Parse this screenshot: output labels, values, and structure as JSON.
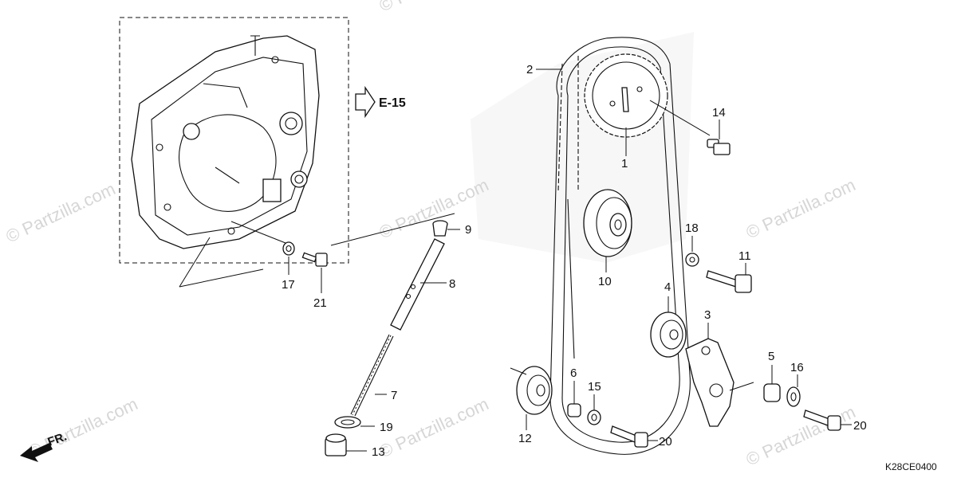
{
  "diagram": {
    "reference_label": "E-15",
    "diagram_code": "K28CE0400",
    "front_label": "FR.",
    "watermarks": [
      "© Partzilla.com",
      "© Partzilla.com",
      "© Partzilla.com",
      "© Partzilla.com",
      "© Partzilla.com",
      "© Partzilla.com",
      "© Partzilla.com"
    ],
    "callouts": [
      {
        "id": "1",
        "text": "1"
      },
      {
        "id": "2",
        "text": "2"
      },
      {
        "id": "3",
        "text": "3"
      },
      {
        "id": "4",
        "text": "4"
      },
      {
        "id": "5",
        "text": "5"
      },
      {
        "id": "6",
        "text": "6"
      },
      {
        "id": "7",
        "text": "7"
      },
      {
        "id": "8",
        "text": "8"
      },
      {
        "id": "9",
        "text": "9"
      },
      {
        "id": "10",
        "text": "10"
      },
      {
        "id": "11",
        "text": "11"
      },
      {
        "id": "12",
        "text": "12"
      },
      {
        "id": "13",
        "text": "13"
      },
      {
        "id": "14",
        "text": "14"
      },
      {
        "id": "15",
        "text": "15"
      },
      {
        "id": "16",
        "text": "16"
      },
      {
        "id": "17",
        "text": "17"
      },
      {
        "id": "18",
        "text": "18"
      },
      {
        "id": "19",
        "text": "19"
      },
      {
        "id": "20a",
        "text": "20"
      },
      {
        "id": "20b",
        "text": "20"
      },
      {
        "id": "21",
        "text": "21"
      }
    ]
  }
}
